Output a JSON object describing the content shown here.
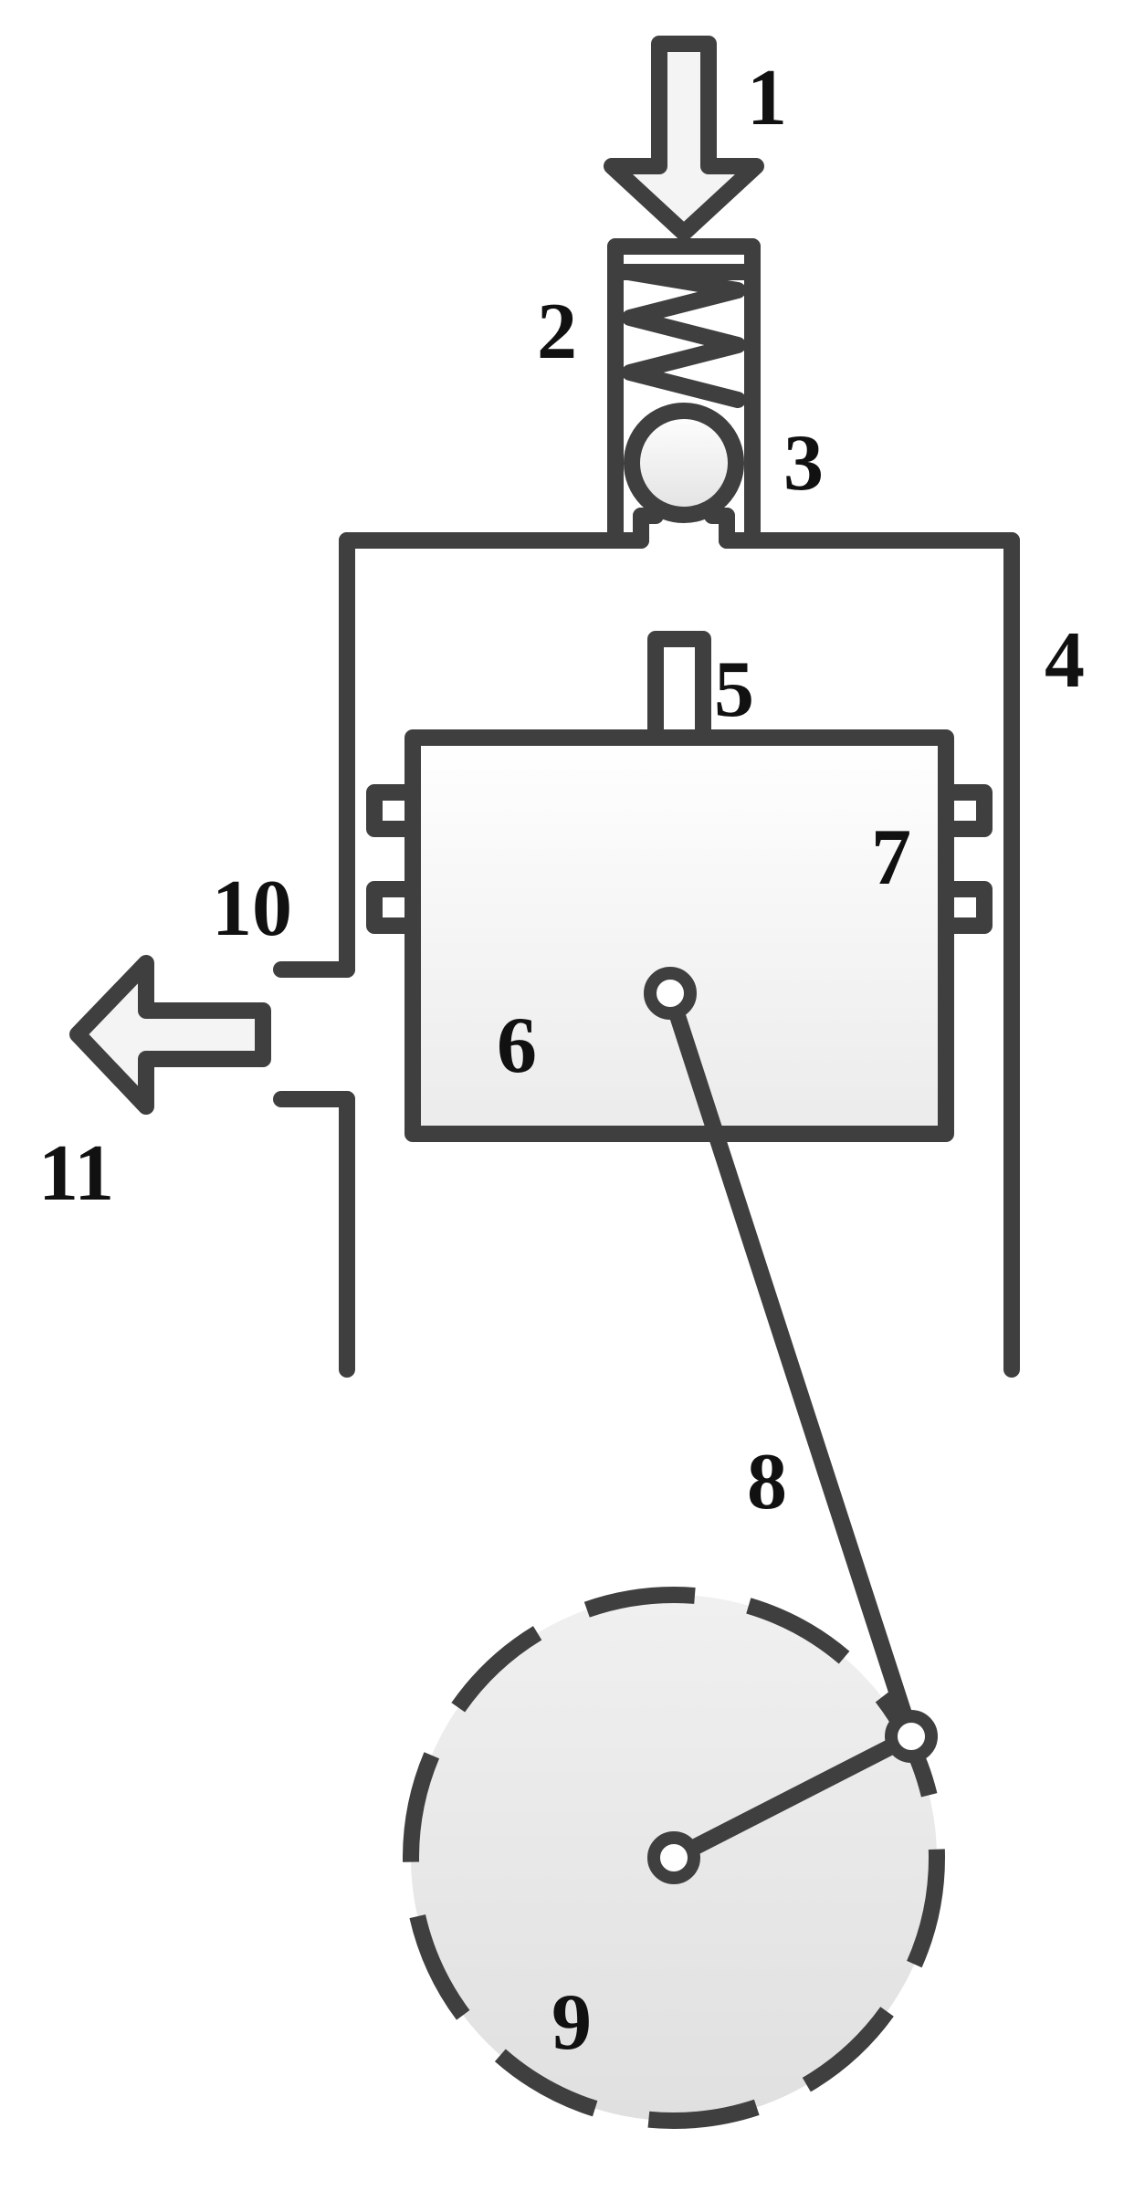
{
  "diagram": {
    "labels": {
      "n1": "1",
      "n2": "2",
      "n3": "3",
      "n4": "4",
      "n5": "5",
      "n6": "6",
      "n7": "7",
      "n8": "8",
      "n9": "9",
      "n10": "10",
      "n11": "11"
    },
    "colors": {
      "stroke": "#3f3f3f",
      "text": "#111111",
      "arrow_fill": "#f4f4f4",
      "piston_fill_top": "#ffffff",
      "piston_fill_bottom": "#ececec",
      "crank_fill": "#e6e6e6"
    }
  }
}
